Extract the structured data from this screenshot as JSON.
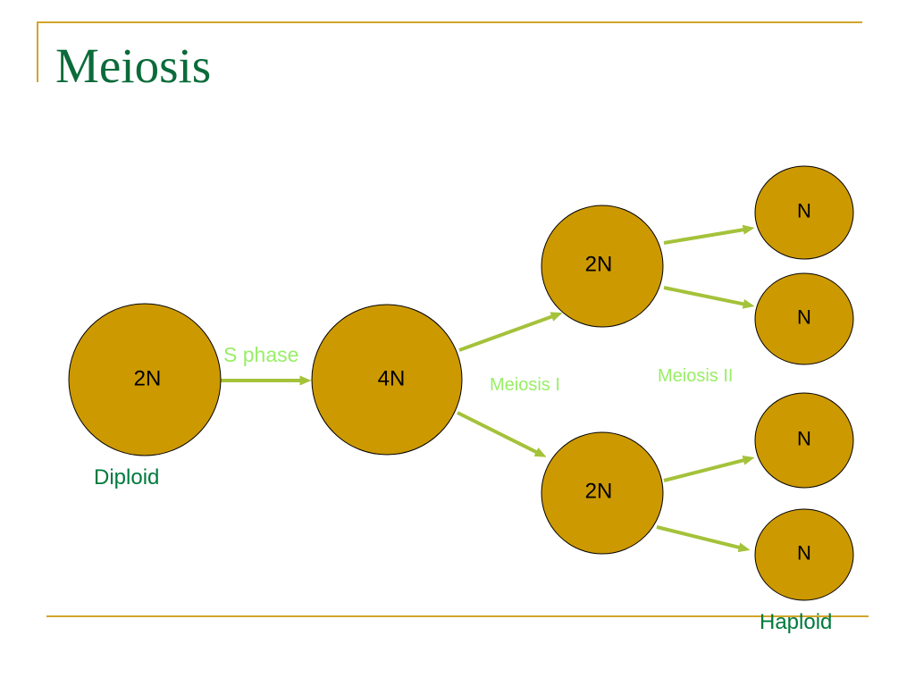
{
  "slide": {
    "title": "Meiosis"
  },
  "diagram": {
    "cells": [
      {
        "label": "2N"
      },
      {
        "label": "4N"
      },
      {
        "label": "2N"
      },
      {
        "label": "2N"
      },
      {
        "label": "N"
      },
      {
        "label": "N"
      },
      {
        "label": "N"
      },
      {
        "label": "N"
      }
    ],
    "stage_labels": {
      "s_phase": "S phase",
      "meiosis_1": "Meiosis I",
      "meiosis_2": "Meiosis II"
    },
    "ploidy_labels": {
      "diploid": "Diploid",
      "haploid": "Haploid"
    }
  },
  "colors": {
    "title": "#0B6B3A",
    "rule": "#D4A52B",
    "cell_fill": "#CC9900",
    "cell_outline": "#000000",
    "arrow": "#A4C23A",
    "stage_label": "#99EE66",
    "ploidy_label": "#007A3D"
  }
}
